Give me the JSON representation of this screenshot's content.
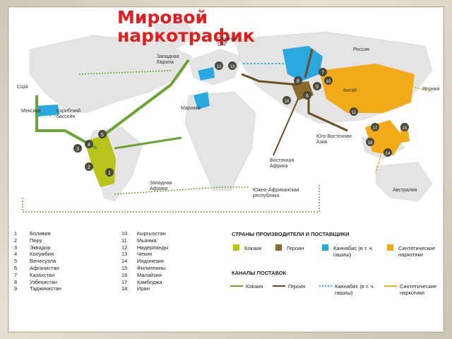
{
  "title": "Мировой наркотрафик",
  "map_labels": {
    "usa": "США",
    "mexico": "Мексика",
    "caribbean": "Карибский бассейн",
    "western_europe": "Западная Европа",
    "cis": "Страны СНГ",
    "morocco": "Марокко",
    "russia": "Россия",
    "china": "Китай",
    "japan": "Япония",
    "se_asia": "Юго-Восточная Азия",
    "east_africa": "Восточная Африка",
    "west_africa": "Западная Африка",
    "south_africa": "Южно-Африканская республика",
    "australia": "Австралия"
  },
  "markers": [
    "1",
    "2",
    "3",
    "4",
    "5",
    "6",
    "7",
    "8",
    "9",
    "10",
    "11",
    "12",
    "13",
    "14",
    "15",
    "16"
  ],
  "countries": [
    {
      "n": "1",
      "name": "Боливия"
    },
    {
      "n": "2",
      "name": "Перу"
    },
    {
      "n": "3",
      "name": "Эквадор"
    },
    {
      "n": "4",
      "name": "Колумбия"
    },
    {
      "n": "5",
      "name": "Венесуэла"
    },
    {
      "n": "6",
      "name": "Афганистан"
    },
    {
      "n": "7",
      "name": "Казахстан"
    },
    {
      "n": "8",
      "name": "Узбекистан"
    },
    {
      "n": "9",
      "name": "Таджикистан"
    },
    {
      "n": "10",
      "name": "Кыргызстан"
    },
    {
      "n": "11",
      "name": "Мьянма"
    },
    {
      "n": "12",
      "name": "Нидерланды"
    },
    {
      "n": "13",
      "name": "Чехия"
    },
    {
      "n": "14",
      "name": "Индонезия"
    },
    {
      "n": "15",
      "name": "Филиппины"
    },
    {
      "n": "16",
      "name": "Малайзия"
    },
    {
      "n": "17",
      "name": "Камбоджа"
    },
    {
      "n": "18",
      "name": "Иран"
    }
  ],
  "legend": {
    "producers_title": "СТРАНЫ ПРОИЗВОДИТЕЛИ И ПОСТАВЩИКИ",
    "channels_title": "КАНАЛЫ ПОСТАВОК",
    "cocaine": "Кокаин",
    "heroin": "Героин",
    "cannabis": "Каннабис (в т. ч. гашиш)",
    "synthetic": "Синтетические наркотики"
  },
  "colors": {
    "cocaine": "#b8c41a",
    "cocaine_route": "#6aa534",
    "heroin": "#8b6a2b",
    "heroin_route": "#6b4f22",
    "cannabis": "#2aa8e0",
    "synthetic": "#f3aa18",
    "marker": "#4a4a3a",
    "title": "#e21d1d"
  }
}
